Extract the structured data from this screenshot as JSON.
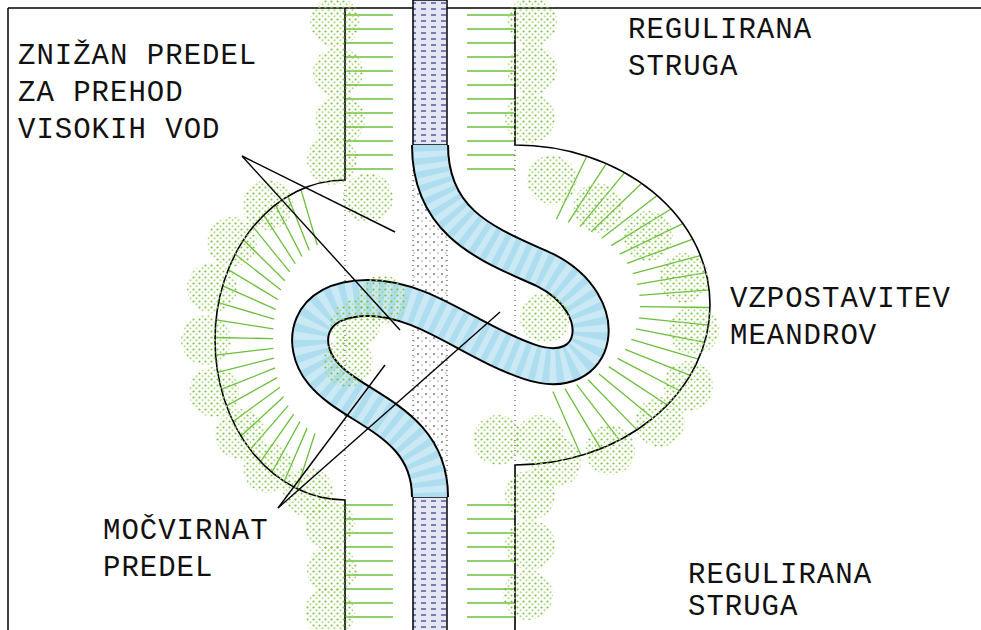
{
  "diagram": {
    "labels": [
      "ZNIŽAN PREDEL ZA PREHOD VISOKIH VOD",
      "REGULIRANA STRUGA",
      "VZPOSTAVITEV MEANDROV",
      "MOČVIRNAT PREDEL",
      "REGULIRANA STRUGA"
    ]
  }
}
